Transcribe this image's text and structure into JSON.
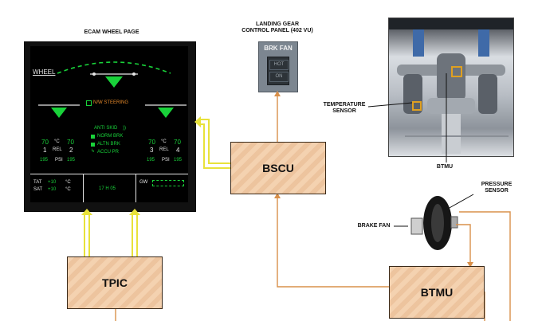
{
  "captions": {
    "ecam_title": "ECAM WHEEL PAGE",
    "gear_panel_title": "LANDING GEAR\nCONTROL PANEL (402 VU)",
    "temperature_sensor": "TEMPERATURE\nSENSOR",
    "btmu_label": "BTMU",
    "pressure_sensor": "PRESSURE\nSENSOR",
    "brake_fan": "BRAKE FAN"
  },
  "boxes": {
    "bscu": "BSCU",
    "tpic": "TPIC",
    "btmu": "BTMU"
  },
  "gear_panel": {
    "title": "BRK FAN",
    "hot": "HOT",
    "on": "ON"
  },
  "ecam": {
    "wheel": "WHEEL",
    "nw_steering": "N/W STEERING",
    "anti_skid": "ANTI SKID",
    "norm_brk": "NORM BRK",
    "altn_brk": "ALTN BRK",
    "accu_pr": "ACCU PR",
    "left_temp": "70",
    "left_temp2": "70",
    "right_temp": "70",
    "right_temp2": "70",
    "deg_c": "°C",
    "wheel_1": "1",
    "wheel_2": "2",
    "wheel_3": "3",
    "wheel_4": "4",
    "rel": "REL",
    "psi": "PSI",
    "press_195": "195",
    "tat_label": "TAT",
    "tat_value": "+10",
    "sat_label": "SAT",
    "sat_value": "+10",
    "unit_c": "°C",
    "time": "17 H 05",
    "gw_label": "GW"
  },
  "colors": {
    "ecam_green": "#19d23a",
    "ecam_white": "#e6e6e6",
    "ecam_amber": "#e88a2a",
    "link_orange": "#d9904a",
    "bus_yellow": "#e8e23a"
  }
}
